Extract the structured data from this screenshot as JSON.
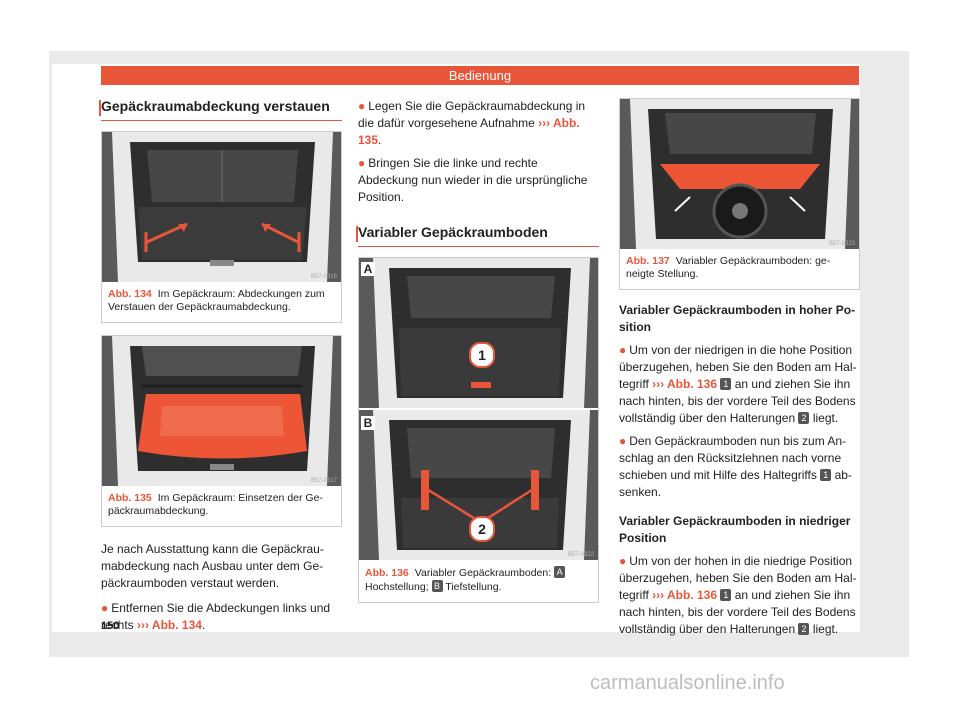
{
  "header": {
    "title": "Bedienung"
  },
  "col1": {
    "section_title": "Gepäckraumabdeckung verstauen",
    "fig134": {
      "code": "B57-0316",
      "label": "Abb. 134",
      "caption": "Im Gepäckraum: Abdeckungen zum Verstauen der Gepäckraumabdeckung."
    },
    "fig135": {
      "code": "B57-0317",
      "label": "Abb. 135",
      "caption": "Im Gepäckraum: Einsetzen der Ge-päckraumabdeckung."
    },
    "para": "Je nach Ausstattung kann die Gepäckrau-mabdeckung nach Ausbau unter dem Ge-päckraumboden verstaut werden.",
    "bullet1_text": "Entfernen Sie die Abdeckungen links und rechts",
    "bullet1_ref": "››› Abb. 134",
    "bullet1_end": "."
  },
  "col2": {
    "bullet1_text": "Legen Sie die Gepäckraumabdeckung in die dafür vorgesehene Aufnahme",
    "bullet1_ref": "››› Abb. 135",
    "bullet1_end": ".",
    "bullet2_text": "Bringen Sie die linke und rechte Abdeckung nun wieder in die ursprüngliche Position.",
    "section_title": "Variabler Gepäckraumboden",
    "fig136": {
      "code": "B57-0322",
      "label": "Abb. 136",
      "caption_a": "Variabler Gepäckraumboden:",
      "letter_a": "A",
      "caption_b": "Hochstellung;",
      "letter_b": "B",
      "caption_c": "Tiefstellung.",
      "marker1": "1",
      "marker2": "2"
    }
  },
  "col3": {
    "fig137": {
      "code": "B57-0323",
      "label": "Abb. 137",
      "caption": "Variabler Gepäckraumboden: ge-neigte Stellung."
    },
    "sub1": "Variabler Gepäckraumboden in hoher Po-sition",
    "b1_a": "Um von der niedrigen in die hohe Position überzugehen, heben Sie den Boden am Hal-tegriff",
    "b1_ref": "››› Abb. 136",
    "b1_n1": "1",
    "b1_b": "an und ziehen Sie ihn nach hinten, bis der vordere Teil des Bodens vollständig über den Halterungen",
    "b1_n2": "2",
    "b1_c": "liegt.",
    "b2_a": "Den Gepäckraumboden nun bis zum An-schlag an den Rücksitzlehnen nach vorne schieben und mit Hilfe des Haltegriffs",
    "b2_n1": "1",
    "b2_b": "ab-senken.",
    "sub2": "Variabler Gepäckraumboden in niedriger Position",
    "b3_a": "Um von der hohen in die niedrige Position überzugehen, heben Sie den Boden am Hal-tegriff",
    "b3_ref": "››› Abb. 136",
    "b3_n1": "1",
    "b3_b": "an und ziehen Sie ihn nach hinten, bis der vordere Teil des Bodens vollständig über den Halterungen",
    "b3_n2": "2",
    "b3_c": "liegt."
  },
  "page_number": "150",
  "watermark": "carmanualsonline.info",
  "colors": {
    "accent": "#e8563a",
    "dark": "#3a3a3a"
  }
}
